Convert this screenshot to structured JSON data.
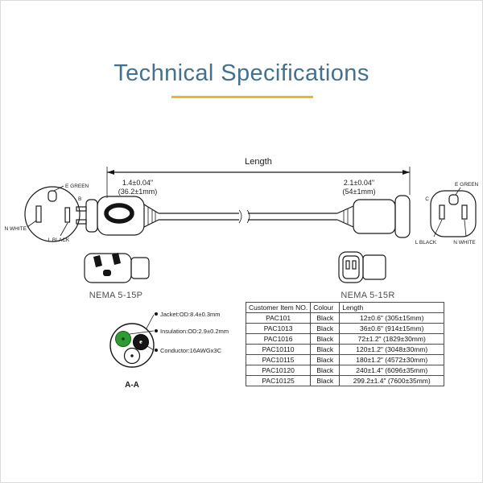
{
  "header": {
    "title": "Technical Specifications",
    "title_color": "#45718f",
    "accent_color": "#f0b41e"
  },
  "diagram": {
    "length_label": "Length",
    "plug_dim_in": "1.4±0.04\"",
    "plug_dim_mm": "(36.2±1mm)",
    "receptacle_dim_in": "2.1±0.04\"",
    "receptacle_dim_mm": "(54±1mm)",
    "plug_name": "NEMA 5-15P",
    "receptacle_name": "NEMA 5-15R",
    "plug_face": {
      "ground_label": "E GREEN",
      "view_label": "B",
      "neutral_label": "N WHITE",
      "live_label": "L BLACK"
    },
    "receptacle_face": {
      "view_label": "C",
      "ground_label": "E GREEN",
      "live_label": "L BLACK",
      "neutral_label": "N WHITE"
    }
  },
  "cross_section": {
    "jacket_label": "Jacket:OD:8.4±0.3mm",
    "insulation_label": "Insulation:OD:2.9±0.2mm",
    "conductor_label": "Conductor:16AWGx3C",
    "section_label": "A-A",
    "conductor_colors": {
      "ground": "#2f9b33",
      "live": "#151515",
      "neutral": "#ffffff"
    }
  },
  "specs_table": {
    "headers": [
      "Customer Item NO.",
      "Colour",
      "Length"
    ],
    "rows": [
      {
        "item": "PAC101",
        "colour": "Black",
        "length": "12±0.6\" (305±15mm)"
      },
      {
        "item": "PAC1013",
        "colour": "Black",
        "length": "36±0.6\" (914±15mm)"
      },
      {
        "item": "PAC1016",
        "colour": "Black",
        "length": "72±1.2\" (1829±30mm)"
      },
      {
        "item": "PAC10110",
        "colour": "Black",
        "length": "120±1.2\" (3048±30mm)"
      },
      {
        "item": "PAC10115",
        "colour": "Black",
        "length": "180±1.2\" (4572±30mm)"
      },
      {
        "item": "PAC10120",
        "colour": "Black",
        "length": "240±1.4\" (6096±35mm)"
      },
      {
        "item": "PAC10125",
        "colour": "Black",
        "length": "299.2±1.4\" (7600±35mm)"
      }
    ]
  }
}
